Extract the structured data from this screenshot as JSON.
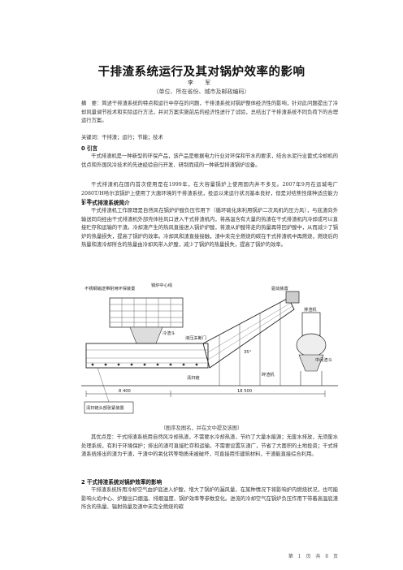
{
  "title": "干排渣系统运行及其对锅炉效率的影响",
  "author": "李 军",
  "affiliation": "（单位、所在省份、城市及邮政编码）",
  "abstract": "摘　要：简述干排渣系统的特点和运行中存在的问题，干排渣系统对锅炉整体经济性的影响，针对此问题提出了冷却风量调节技术和实际运行方法，并对方案实施前后的经济性进行了试验，总结出了干排渣系统不同负荷下的合理运行方案。",
  "keywords": "关键词：干排渣；运行；节能；技术",
  "sections": {
    "intro_heading": "0 引言",
    "intro_p1": "干式排渣机是一种新型的环保产品，该产品是根据电力行业对环保和节水的要求，结合水泥行业蓖式冷却机的优点和外国风冷技术的先进经验自行开发、研制而成的一种新型排渣锅炉设备。",
    "intro_p2": "干式排渣机在国内首次使用是在1999年，在大容量锅炉上使用国内并不多见。2007年9月在运城电厂2080T/H哈尔滨锅炉上使用了大唐环境的干排渣系统，投运以来运行状况基本良好，但是对结焦性煤种适应能力较差。",
    "s1_heading": "1 干式排渣系统简介",
    "s1_p1": "干式排渣机工作原理是自然风在锅炉炉膛负压作用下（循环硫化床利用锅炉二次风机的压力风），与底渣向外输送同向经由干式排渣机外部壳体挂风口进入干式排渣机内，将高温含有大量的热渣在干式排渣机内冷却成可以直接贮存和运输的干渣。冷却渣产生的热风直接进入锅炉炉膛，将渣从炉膛带走的热量再带回炉膛中，从而减少了锅炉的热量损失，提高了锅炉的效率。冷却风和渣直接接触，渣中未完全燃烧的碳在干式排渣机中再燃烧，燃烧后的热量和渣冷却所含的热量由冷却风带入炉膛，减少了锅炉的热量损失，提高了锅炉的效率。",
    "after_p1": "其优点是：干式排渣系统用自然风冷却热渣，不需要水冷却热渣，节约了大量水能源；无废水排放，无须废水处理系统，有利于环境保护；排出的渣可直接贮存和运输，不需要设置灰渣广，节省了大面积的土地投资；干式排渣系统排出的渣为干渣，干渣中的氧化钙等物质未被破坏，可直接用作建筑材料，干渣能直接综合利用。",
    "s2_heading": "2 干式排渣系统对锅炉效率的影响",
    "s2_p1": "干排渣系统所用冷却空气由炉底进入炉膛，增大了锅炉的漏风量，在某种情况下将影响炉内燃烧状况，也可能影响火焰中心、炉膛出口烟温、排烟温度、锅炉效率等参数变化。进流的冷却空气在锅炉负压作用下带着高温底渣所含的热量、辐射热量及渣中未完全燃烧的碳"
  },
  "figure": {
    "caption": "（图序及图名，并在文中提及该图）",
    "labels": {
      "seal_device": "不锈钢输送带耐用环保装置",
      "flame_center": "锅炉中心线",
      "cold_slag_hopper": "冷渣斗",
      "hydraulic_door": "液压关断门",
      "conveyor": "碎渣机",
      "drive": "驱动装置",
      "slag_bin": "排渣机",
      "middle_hopper": "中间渣斗",
      "cleaning_chain": "清扫链",
      "bottom_note": "清扫链头部张紧装置",
      "dim1": "8 400",
      "dim2": "18 500",
      "angle": "35°"
    }
  },
  "footer": "第 1 页 共 8 页"
}
